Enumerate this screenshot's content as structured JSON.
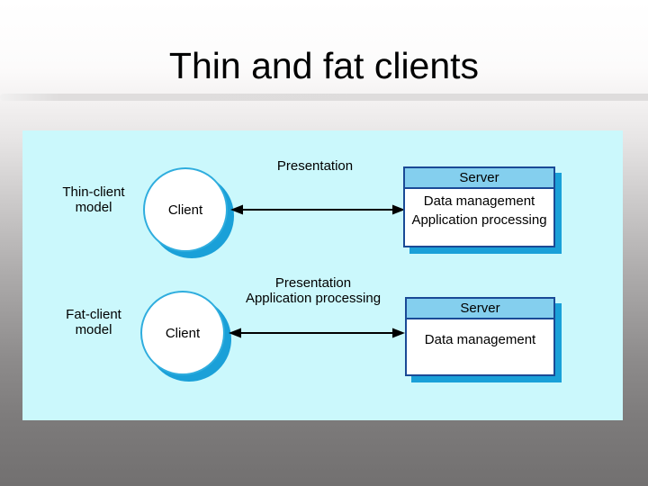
{
  "slide": {
    "title": "Thin and fat clients"
  },
  "diagram": {
    "rows": [
      {
        "model_lines": [
          "Thin-client",
          "model"
        ],
        "client": "Client",
        "link_labels": [
          "Presentation"
        ],
        "server": {
          "title": "Server",
          "items": [
            "Data management",
            "Application processing"
          ]
        }
      },
      {
        "model_lines": [
          "Fat-client",
          "model"
        ],
        "client": "Client",
        "link_labels": [
          "Presentation",
          "Application processing"
        ],
        "server": {
          "title": "Server",
          "items": [
            "Data management"
          ]
        }
      }
    ],
    "colors": {
      "panel_bg": "#cbf8fc",
      "accent_blue": "#2fadde",
      "shadow_blue": "#1aa0d8",
      "server_header_bg": "#84cfee",
      "server_border": "#1a4a96",
      "divider_gray": "#dedcdc"
    }
  }
}
